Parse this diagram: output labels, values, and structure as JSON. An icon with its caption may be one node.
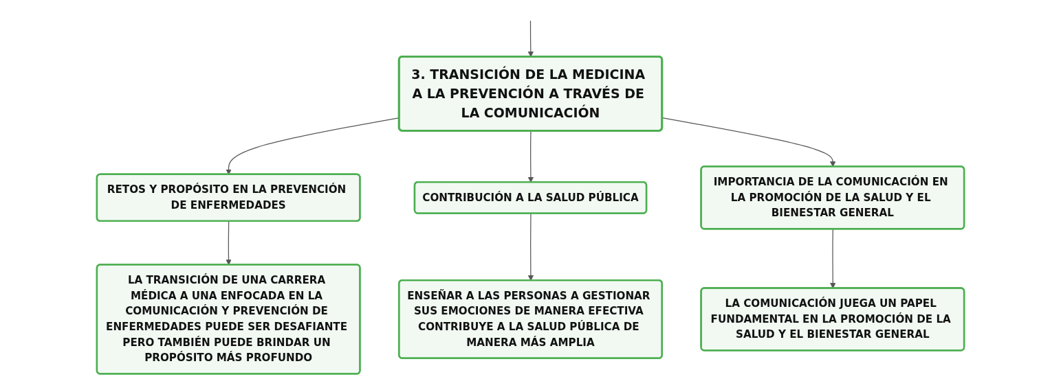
{
  "diagram": {
    "nodes": [
      {
        "text": [
          "3. TRANSICIÓN DE LA MEDICINA A LA PREVENCIÓN A TRAVÉS DE LA COMUNICACIÓN"
        ]
      },
      {
        "text": [
          "RETOS Y PROPÓSITO EN LA PREVENCIÓN DE ENFERMEDADES"
        ]
      },
      {
        "text": [
          "CONTRIBUCIÓN A LA SALUD PÚBLICA"
        ]
      },
      {
        "text": [
          "IMPORTANCIA DE LA COMUNICACIÓN EN LA PROMOCIÓN DE LA SALUD Y EL BIENESTAR GENERAL"
        ]
      },
      {
        "text": [
          "LA TRANSICIÓN DE UNA CARRERA MÉDICA A UNA ENFOCADA EN LA COMUNICACIÓN Y PREVENCIÓN DE ENFERMEDADES PUEDE SER DESAFIANTE PERO TAMBIÉN PUEDE BRINDAR UN PROPÓSITO MÁS PROFUNDO"
        ]
      },
      {
        "text": [
          "ENSEÑAR A LAS PERSONAS A GESTIONAR SUS EMOCIONES DE MANERA EFECTIVA CONTRIBUYE A LA SALUD PÚBLICA DE MANERA MÁS AMPLIA"
        ]
      },
      {
        "text": [
          "LA COMUNICACIÓN JUEGA UN PAPEL FUNDAMENTAL EN LA PROMOCIÓN DE LA SALUD Y EL BIENESTAR GENERAL"
        ]
      }
    ],
    "edges": [
      {
        "from": null,
        "to": 0,
        "arrow": "to"
      },
      {
        "from": 0,
        "to": 1,
        "arrow": "to"
      },
      {
        "from": 0,
        "to": 2,
        "arrow": "to"
      },
      {
        "from": 0,
        "to": 3,
        "arrow": "to"
      },
      {
        "from": 1,
        "to": 4,
        "arrow": "to"
      },
      {
        "from": 2,
        "to": 5,
        "arrow": "to"
      },
      {
        "from": 3,
        "to": 6,
        "arrow": "to"
      }
    ]
  }
}
